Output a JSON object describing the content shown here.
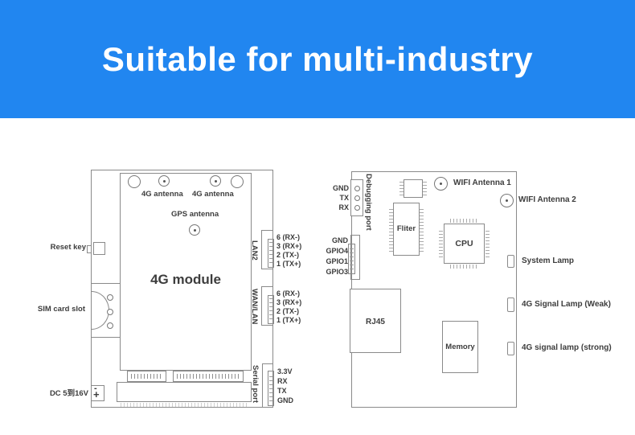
{
  "banner": {
    "title": "Suitable for multi-industry",
    "bg_color": "#2186F0",
    "text_color": "#FFFFFF"
  },
  "colors": {
    "line": "#8a8a8a",
    "text": "#3d3d3d"
  },
  "left_board": {
    "module_label": "4G module",
    "antenna_label_1": "4G antenna",
    "antenna_label_2": "4G antenna",
    "gps_label": "GPS antenna",
    "reset_label": "Reset key",
    "sim_label": "SIM card slot",
    "dc_label": "DC 5到16V",
    "dc_minus": "-",
    "dc_plus": "+",
    "lan2": {
      "label": "LAN2",
      "pins": [
        "6 (RX-)",
        "3 (RX+)",
        "2 (TX-)",
        "1 (TX+)"
      ]
    },
    "wan_lan": {
      "label": "WAN/LAN",
      "pins": [
        "6 (RX-)",
        "3 (RX+)",
        "2 (TX-)",
        "1 (TX+)"
      ]
    },
    "serial": {
      "label": "Serial port",
      "pins": [
        "3.3V",
        "RX",
        "TX",
        "GND"
      ]
    }
  },
  "right_board": {
    "debug": {
      "label": "Debugging port",
      "pins": [
        "GND",
        "TX",
        "RX"
      ]
    },
    "gpio": {
      "pins": [
        "GND",
        "GPIO4",
        "GPIO1",
        "GPIO3"
      ]
    },
    "filter_label": "Fliter",
    "cpu_label": "CPU",
    "rj45_label": "RJ45",
    "memory_label": "Memory",
    "wifi_antenna_1": "WIFI Antenna 1",
    "wifi_antenna_2": "WIFI Antenna 2",
    "system_lamp": "System Lamp",
    "signal_lamp_weak": "4G Signal Lamp (Weak)",
    "signal_lamp_strong": "4G signal lamp (strong)"
  }
}
